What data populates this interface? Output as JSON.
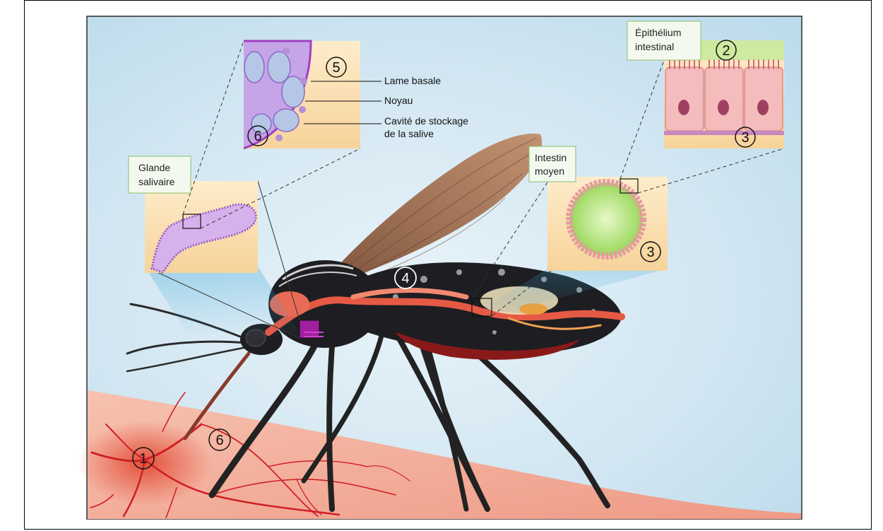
{
  "labels": {
    "lame_basale": "Lame basale",
    "noyau": "Noyau",
    "cavite_line1": "Cavité de stockage",
    "cavite_line2": "de la salive",
    "glande_line1": "Glande",
    "glande_line2": "salivaire",
    "intestin_line1": "Intestin",
    "intestin_line2": "moyen",
    "epithelium_line1": "Épithélium",
    "epithelium_line2": "intestinal"
  },
  "markers": {
    "m1": "1",
    "m2": "2",
    "m3_epithelium": "3",
    "m3_intestin": "3",
    "m4": "4",
    "m5": "5",
    "m6_glande": "6",
    "m6_skin": "6"
  },
  "colors": {
    "sky": "#cfe6f2",
    "skin": "#f2b3a0",
    "blood_vessel": "#d9262a",
    "inset_bg": "#fbe3b6",
    "gland": "#c9a6e6",
    "midgut": "#b6e67a",
    "cell_pink": "#f2b8b8",
    "mosquito_body": "#1e1e22",
    "wing": "#a06a48"
  }
}
